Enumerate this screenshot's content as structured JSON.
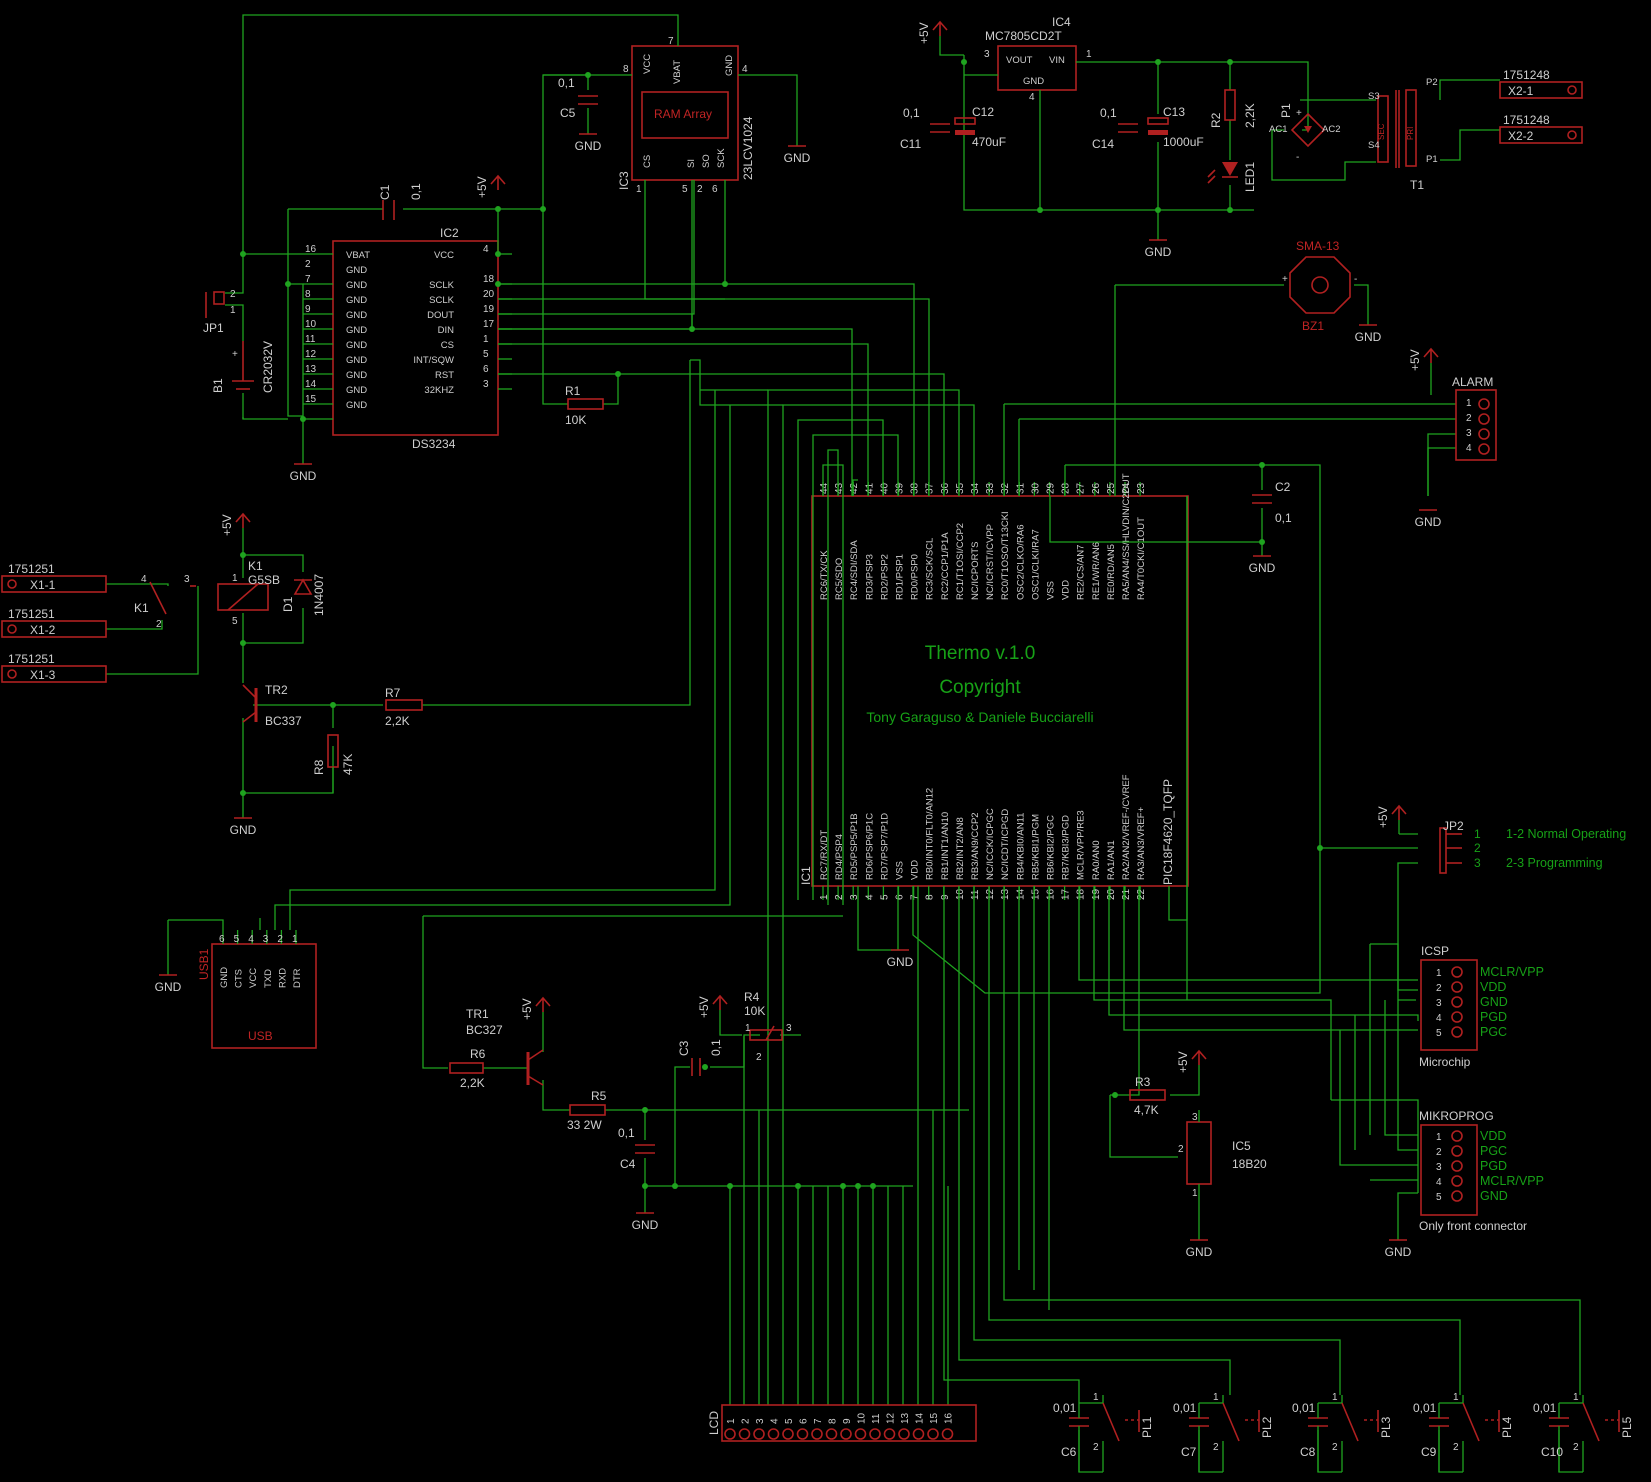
{
  "title": {
    "line1": "Thermo v.1.0",
    "line2": "Copyright",
    "line3": "Tony Garaguso & Daniele Bucciarelli"
  },
  "ic1": {
    "name": "IC1",
    "value": "PIC18F4620_TQFP",
    "top_pins": [
      "RC6/TX/CK",
      "RC5/SDO",
      "RC4/SDI/SDA",
      "RD3/PSP3",
      "RD2/PSP2",
      "RD1/PSP1",
      "RD0/PSP0",
      "RC3/SCK/SCL",
      "RC2/CCP1/P1A",
      "RC1/T1OSI/CCP2",
      "NC/ICPORTS",
      "NC/ICRST/ICVPP",
      "RC0/T1OSO/T13CKI",
      "OSC2/CLKO/RA6",
      "OSC1/CLKI/RA7",
      "VSS",
      "VDD",
      "RE2/CS/AN7",
      "RE1/WR/AN6",
      "RE0/RD/AN5",
      "RA5/AN4/SS/HLVDIN/C2OUT",
      "RA4/T0CKI/C1OUT"
    ],
    "top_nums": [
      "44",
      "43",
      "42",
      "41",
      "40",
      "39",
      "38",
      "37",
      "36",
      "35",
      "34",
      "33",
      "32",
      "31",
      "30",
      "29",
      "28",
      "27",
      "26",
      "25",
      "24",
      "23"
    ],
    "bottom_pins": [
      "RC7/RX/DT",
      "RD4/PSP4",
      "RD5/PSP5/P1B",
      "RD6/PSP6/P1C",
      "RD7/PSP7/P1D",
      "VSS",
      "VDD",
      "RB0/INT0/FLT0/AN12",
      "RB1/INT1/AN10",
      "RB2/INT2/AN8",
      "RB3/AN9/CCP2",
      "NC/ICCK/ICPGC",
      "NC/ICDT/ICPGD",
      "RB4/KBI0/AN11",
      "RB5/KBI1/PGM",
      "RB6/KBI2/PGC",
      "RB7/KBI3/PGD",
      "MCLR/VPP/RE3",
      "RA0/AN0",
      "RA1/AN1",
      "RA2/AN2/VREF-/CVREF",
      "RA3/AN3/VREF+"
    ],
    "bottom_nums": [
      "1",
      "2",
      "3",
      "4",
      "5",
      "6",
      "7",
      "8",
      "9",
      "10",
      "11",
      "12",
      "13",
      "14",
      "15",
      "16",
      "17",
      "18",
      "19",
      "20",
      "21",
      "22"
    ]
  },
  "ic2": {
    "name": "IC2",
    "value": "DS3234",
    "left": [
      [
        "16",
        "VBAT"
      ],
      [
        "2",
        "GND"
      ],
      [
        "7",
        "GND"
      ],
      [
        "8",
        "GND"
      ],
      [
        "9",
        "GND"
      ],
      [
        "10",
        "GND"
      ],
      [
        "11",
        "GND"
      ],
      [
        "12",
        "GND"
      ],
      [
        "13",
        "GND"
      ],
      [
        "14",
        "GND"
      ],
      [
        "15",
        "GND"
      ]
    ],
    "right": [
      [
        "4",
        "VCC"
      ],
      [
        "18",
        "SCLK"
      ],
      [
        "20",
        "SCLK"
      ],
      [
        "19",
        "DOUT"
      ],
      [
        "17",
        "DIN"
      ],
      [
        "1",
        "CS"
      ],
      [
        "5",
        "INT/SQW"
      ],
      [
        "6",
        "RST"
      ],
      [
        "3",
        "32KHZ"
      ]
    ]
  },
  "ic3": {
    "name": "IC3",
    "value": "23LCV1024",
    "inner": "RAM Array",
    "vcc": "VCC",
    "vbat": "VBAT",
    "gnd": "GND",
    "cs": "CS",
    "si": "SI",
    "so": "SO",
    "sck": "SCK",
    "n8": "8",
    "n7": "7",
    "n4": "4",
    "n1": "1",
    "n5": "5",
    "n2": "2",
    "n6": "6"
  },
  "ic4": {
    "name": "IC4",
    "value": "MC7805CD2T",
    "vout": "VOUT",
    "vin": "VIN",
    "gnd": "GND",
    "n3": "3",
    "n1": "1",
    "n4": "4"
  },
  "ic5": {
    "name": "IC5",
    "value": "18B20",
    "n3": "3",
    "n2": "2",
    "n1": "1"
  },
  "connectors": {
    "x1_1": {
      "pn": "1751251",
      "label": "X1-1"
    },
    "x1_2": {
      "pn": "1751251",
      "label": "X1-2"
    },
    "x1_3": {
      "pn": "1751251",
      "label": "X1-3"
    },
    "x2_1": {
      "pn": "1751248",
      "label": "X2-1"
    },
    "x2_2": {
      "pn": "1751248",
      "label": "X2-2"
    }
  },
  "alarm": {
    "name": "ALARM",
    "pins": [
      "1",
      "2",
      "3",
      "4"
    ]
  },
  "jp2": {
    "name": "JP2",
    "pins": [
      "1",
      "2",
      "3"
    ],
    "note1": "1-2 Normal Operating",
    "note2": "2-3 Programming"
  },
  "icsp": {
    "name": "ICSP",
    "pins": [
      "1",
      "2",
      "3",
      "4",
      "5"
    ],
    "signals": [
      "MCLR/VPP",
      "VDD",
      "GND",
      "PGD",
      "PGC"
    ],
    "sub": "Microchip"
  },
  "mikroprog": {
    "name": "MIKROPROG",
    "pins": [
      "1",
      "2",
      "3",
      "4",
      "5"
    ],
    "signals": [
      "VDD",
      "PGC",
      "PGD",
      "MCLR/VPP",
      "GND"
    ],
    "sub": "Only front connector"
  },
  "usb": {
    "name": "USB1",
    "label": "USB",
    "pins": [
      "GND",
      "CTS",
      "VCC",
      "TXD",
      "RXD",
      "DTR"
    ],
    "nums": [
      "6",
      "5",
      "4",
      "3",
      "2",
      "1"
    ]
  },
  "lcd": {
    "name": "LCD",
    "pins": [
      "1",
      "2",
      "3",
      "4",
      "5",
      "6",
      "7",
      "8",
      "9",
      "10",
      "11",
      "12",
      "13",
      "14",
      "15",
      "16"
    ]
  },
  "buttons": [
    {
      "name": "PL1",
      "cap": "C6",
      "val": "0,01"
    },
    {
      "name": "PL2",
      "cap": "C7",
      "val": "0,01"
    },
    {
      "name": "PL3",
      "cap": "C8",
      "val": "0,01"
    },
    {
      "name": "PL4",
      "cap": "C9",
      "val": "0,01"
    },
    {
      "name": "PL5",
      "cap": "C10",
      "val": "0,01"
    }
  ],
  "parts": {
    "c1": [
      "C1",
      "0,1"
    ],
    "c2": [
      "C2",
      "0,1"
    ],
    "c3": [
      "C3",
      "0,1"
    ],
    "c4": [
      "0,1",
      "C4"
    ],
    "c5": [
      "0,1",
      "C5"
    ],
    "c11": [
      "0,1",
      "C11"
    ],
    "c12": [
      "C12",
      "470uF"
    ],
    "c13": [
      "C13",
      "1000uF"
    ],
    "c14": [
      "0,1",
      "C14"
    ],
    "r1": [
      "R1",
      "10K"
    ],
    "r2": [
      "R2",
      "2,2K"
    ],
    "r3": [
      "R3",
      "4,7K"
    ],
    "r4": [
      "R4",
      "10K"
    ],
    "r5": [
      "R5",
      "33 2W"
    ],
    "r6": [
      "R6",
      "2,2K"
    ],
    "r7": [
      "R7",
      "2,2K"
    ],
    "r8": [
      "R8",
      "47K"
    ],
    "led1": "LED1",
    "p1": [
      "P1",
      "AC1",
      "AC2",
      "+",
      "-"
    ],
    "t1": [
      "T1",
      "S3",
      "S4",
      "P2",
      "P1",
      "SEC",
      "PRI"
    ],
    "bz1": [
      "SMA-13",
      "BZ1",
      "+",
      "-"
    ],
    "b1": [
      "B1",
      "CR2032V",
      "+"
    ],
    "jp1": [
      "JP1",
      "2",
      "1"
    ],
    "k1": [
      "K1",
      "G5SB",
      "4",
      "3",
      "2",
      "1",
      "5"
    ],
    "k1sw": "K1",
    "d1": [
      "D1",
      "1N4007"
    ],
    "tr1": [
      "TR1",
      "BC327"
    ],
    "tr2": [
      "TR2",
      "BC337"
    ]
  },
  "rails": {
    "gnd": "GND",
    "vcc": "+5V"
  },
  "colors": {
    "wire": "#1fa31f",
    "part": "#b02020",
    "background": "#000000",
    "text": "#cfcfcf"
  }
}
